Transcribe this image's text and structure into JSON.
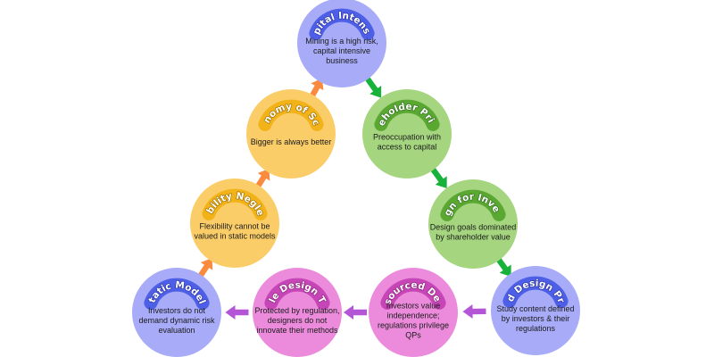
{
  "nodes": [
    {
      "id": "capital-intensity",
      "title": "Capital Intensity",
      "lines": [
        "Mining is a high risk,",
        "capital intensive",
        "business"
      ],
      "fill": "#a7abf8",
      "band": "#4d5fe6",
      "title_stroke": "#2b34a8"
    },
    {
      "id": "shareholder-primacy",
      "title": "Shareholder Primacy",
      "lines": [
        "Preoccupation with",
        "access to capital"
      ],
      "fill": "#a5d57f",
      "band": "#5aa832",
      "title_stroke": "#2f6f1a"
    },
    {
      "id": "design-for-investors",
      "title": "Design for Investors",
      "lines": [
        "Design goals dominated",
        "by shareholder value"
      ],
      "fill": "#a5d57f",
      "band": "#5aa832",
      "title_stroke": "#2f6f1a"
    },
    {
      "id": "codified-design-products",
      "title": "Codified Design Products",
      "lines": [
        "Study content defined",
        "by investors & their",
        "regulations"
      ],
      "fill": "#a7abf8",
      "band": "#4d5fe6",
      "title_stroke": "#2b34a8"
    },
    {
      "id": "outsourced-design",
      "title": "Outsourced Design",
      "lines": [
        "Investors value",
        "independence;",
        "regulations privilege",
        "QPs"
      ],
      "fill": "#ec8bdc",
      "band": "#c746b7",
      "title_stroke": "#8c237e"
    },
    {
      "id": "stale-design-task",
      "title": "Stale Design Task",
      "lines": [
        "Protected by regulation,",
        "designers do not",
        "innovate their methods"
      ],
      "fill": "#ec8bdc",
      "band": "#c746b7",
      "title_stroke": "#8c237e"
    },
    {
      "id": "static-models",
      "title": "Static Models",
      "lines": [
        "Investors do not",
        "demand dynamic risk",
        "evaluation"
      ],
      "fill": "#a7abf8",
      "band": "#4d5fe6",
      "title_stroke": "#2b34a8"
    },
    {
      "id": "flexibility-neglected",
      "title": "Flexibility Neglected",
      "lines": [
        "Flexibility cannot be",
        "valued in static models"
      ],
      "fill": "#fbcd69",
      "band": "#f2b318",
      "title_stroke": "#a07000"
    },
    {
      "id": "economy-of-scale",
      "title": "Economy of Scale",
      "lines": [
        "Bigger is always better"
      ],
      "fill": "#fbcd69",
      "band": "#f2b318",
      "title_stroke": "#a07000"
    }
  ],
  "arrows": [
    {
      "from": "capital-intensity",
      "to": "shareholder-primacy",
      "color": "#17b23a"
    },
    {
      "from": "shareholder-primacy",
      "to": "design-for-investors",
      "color": "#17b23a"
    },
    {
      "from": "design-for-investors",
      "to": "codified-design-products",
      "color": "#17b23a"
    },
    {
      "from": "codified-design-products",
      "to": "outsourced-design",
      "color": "#b455d8"
    },
    {
      "from": "outsourced-design",
      "to": "stale-design-task",
      "color": "#b455d8"
    },
    {
      "from": "stale-design-task",
      "to": "static-models",
      "color": "#b455d8"
    },
    {
      "from": "static-models",
      "to": "flexibility-neglected",
      "color": "#f98a3e"
    },
    {
      "from": "flexibility-neglected",
      "to": "economy-of-scale",
      "color": "#f98a3e"
    },
    {
      "from": "economy-of-scale",
      "to": "capital-intensity",
      "color": "#f98a3e"
    }
  ]
}
